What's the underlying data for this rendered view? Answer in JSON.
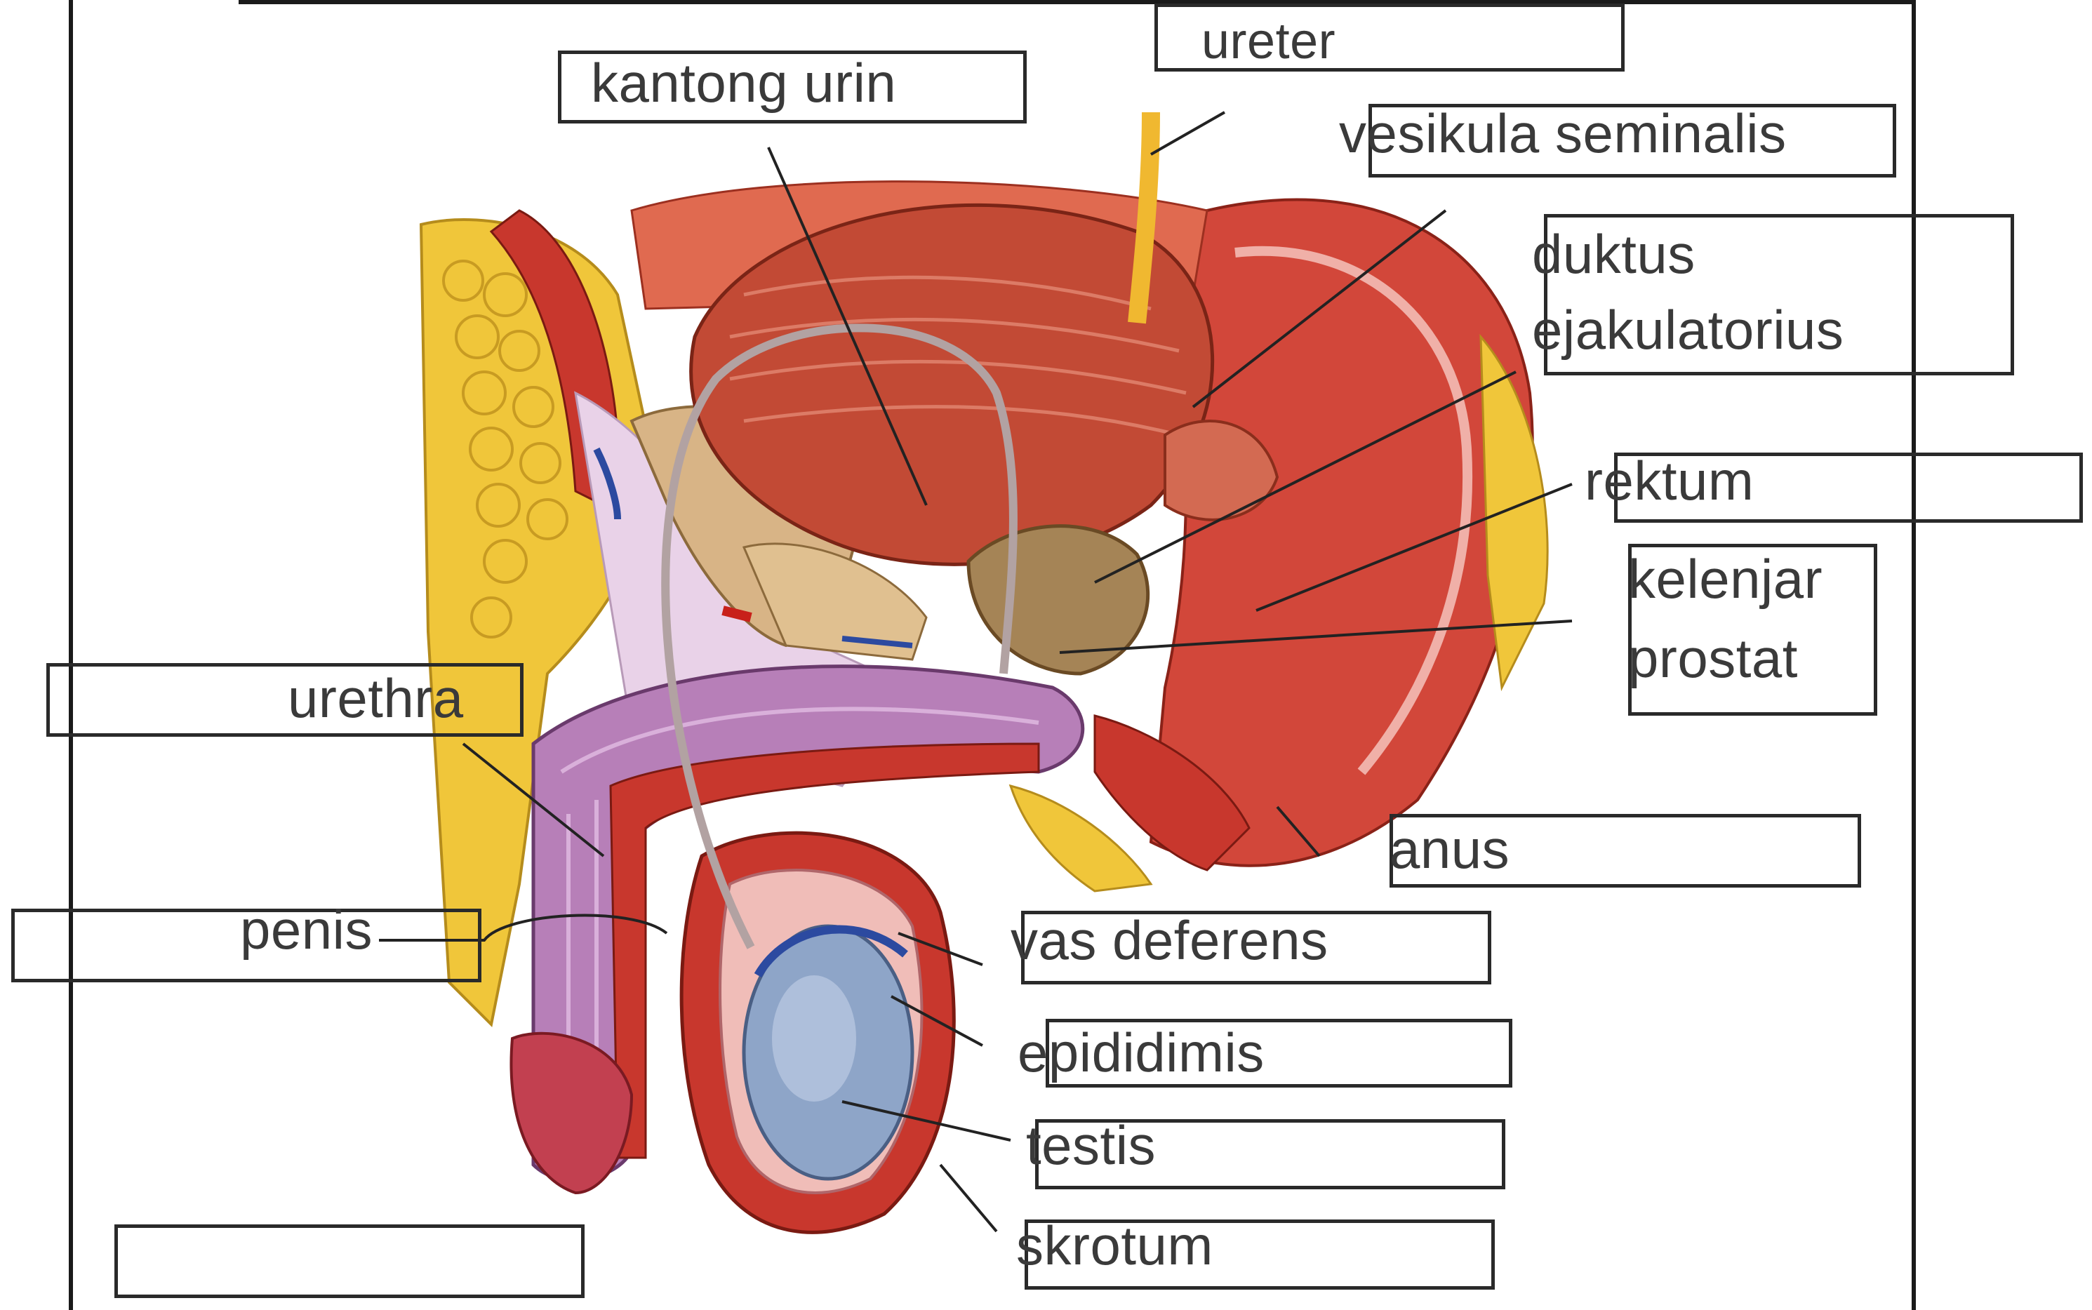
{
  "labels": {
    "ureter": "ureter",
    "kantong_urin": "kantong urin",
    "vesikula_seminalis": "vesikula  seminalis",
    "duktus_ejakulatorius_line1": "duktus",
    "duktus_ejakulatorius_line2": "ejakulatorius",
    "rektum": "rektum",
    "kelenjar_prostat_line1": "kelenjar",
    "kelenjar_prostat_line2": "prostat",
    "urethra": "urethra",
    "anus": "anus",
    "penis": "penis",
    "vas_deferens": "vas deferens",
    "epididimis": "epididimis",
    "testis": "testis",
    "skrotum": "skrotum",
    "blank": ""
  },
  "colors": {
    "muscle_red": "#c8372d",
    "tissue_pink": "#e8a3a0",
    "fat_yellow": "#f0c63a",
    "bone_tan": "#d8b486",
    "bladder": "#c24a35",
    "testis_blue": "#8ea5c8",
    "penis_violet": "#b77fb8",
    "line": "#222222"
  }
}
